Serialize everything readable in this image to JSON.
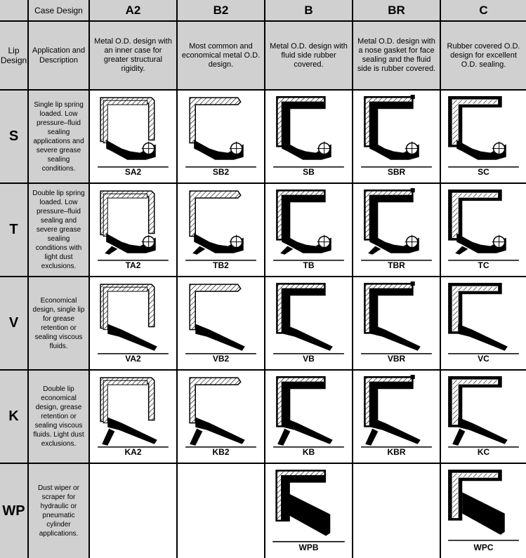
{
  "header": {
    "case_design": "Case Design",
    "lip_design": "Lip Design",
    "application": "Application and Description",
    "columns": [
      {
        "code": "A2",
        "desc": "Metal O.D. design with an inner case for greater structural rigidity."
      },
      {
        "code": "B2",
        "desc": "Most common and economical metal O.D. design."
      },
      {
        "code": "B",
        "desc": "Metal O.D. design with fluid side rubber covered."
      },
      {
        "code": "BR",
        "desc": "Metal O.D. design with a nose gasket for face sealing and the fluid side is rubber covered."
      },
      {
        "code": "C",
        "desc": "Rubber covered O.D. design for excellent O.D. sealing."
      }
    ]
  },
  "rows": [
    {
      "lip": "S",
      "desc": "Single lip spring loaded. Low pressure–fluid sealing applications and severe grease sealing conditions.",
      "codes": [
        "SA2",
        "SB2",
        "SB",
        "SBR",
        "SC"
      ]
    },
    {
      "lip": "T",
      "desc": "Double lip spring loaded. Low pressure–fluid sealing and severe grease sealing conditions with light dust exclusions.",
      "codes": [
        "TA2",
        "TB2",
        "TB",
        "TBR",
        "TC"
      ]
    },
    {
      "lip": "V",
      "desc": "Economical design, single lip for grease retention or sealing viscous fluids.",
      "codes": [
        "VA2",
        "VB2",
        "VB",
        "VBR",
        "VC"
      ]
    },
    {
      "lip": "K",
      "desc": "Double lip economical design, grease retention or sealing viscous fluids. Light dust exclusions.",
      "codes": [
        "KA2",
        "KB2",
        "KB",
        "KBR",
        "KC"
      ]
    },
    {
      "lip": "WP",
      "desc": "Dust wiper or scraper for hydraulic or pneumatic cylinder applications.",
      "codes": [
        "",
        "",
        "WPB",
        "",
        "WPC"
      ]
    }
  ]
}
